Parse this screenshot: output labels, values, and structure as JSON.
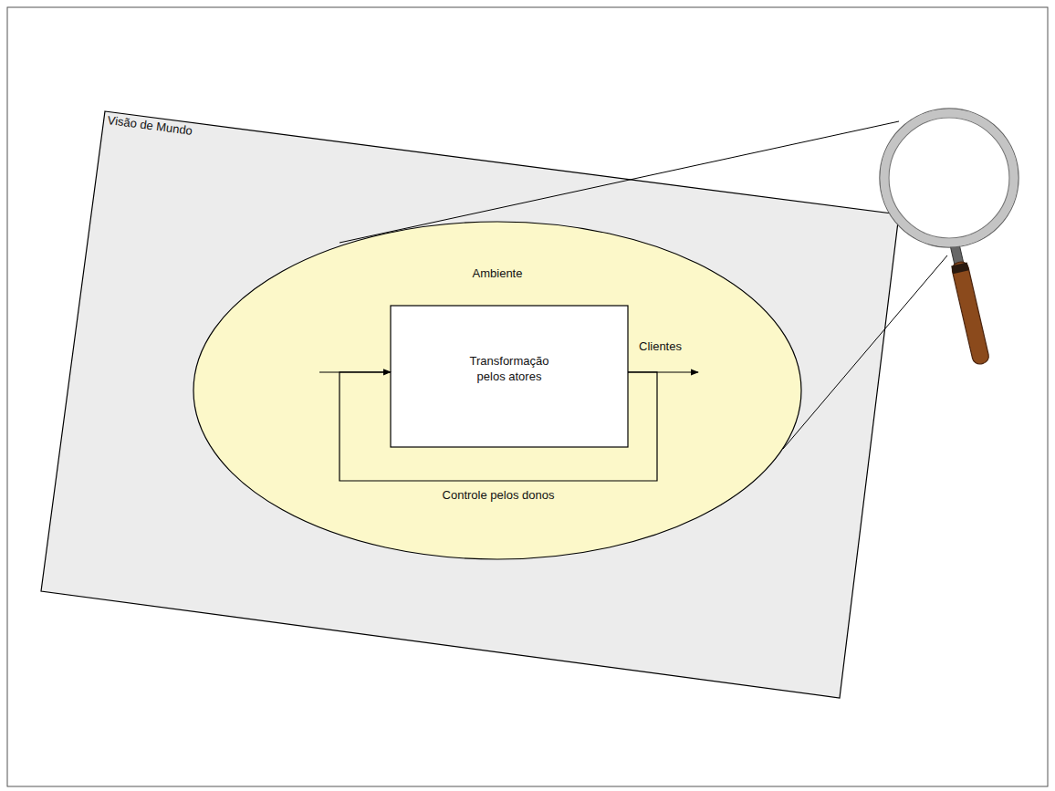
{
  "diagram": {
    "nodes": [
      {
        "text": [
          "Visão de Mundo"
        ]
      },
      {
        "text": [
          "Ambiente"
        ],
        "in": 0
      },
      {
        "text": [
          "Transformação pelos atores"
        ],
        "in": 1
      }
    ],
    "edges": [
      {
        "from": 2,
        "to": 2,
        "arrow": "to",
        "label": "Controle pelos donos"
      }
    ],
    "labels": [
      "Clientes"
    ]
  }
}
